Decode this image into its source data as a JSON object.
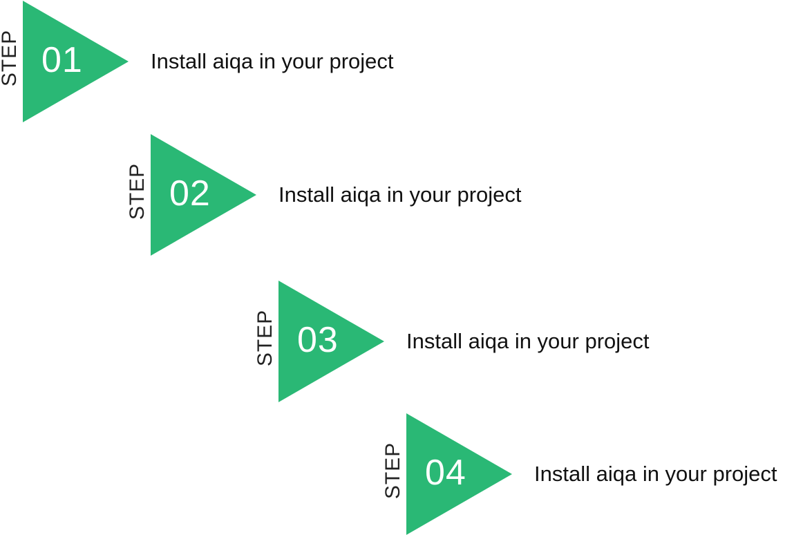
{
  "theme": {
    "accent": "#2ab875",
    "text": "#111111",
    "background": "#ffffff"
  },
  "steps": [
    {
      "label": "STEP",
      "number": "01",
      "text": "Install aiqa in your project"
    },
    {
      "label": "STEP",
      "number": "02",
      "text": "Install aiqa in your project"
    },
    {
      "label": "STEP",
      "number": "03",
      "text": "Install aiqa in your project"
    },
    {
      "label": "STEP",
      "number": "04",
      "text": "Install aiqa in your project"
    }
  ]
}
